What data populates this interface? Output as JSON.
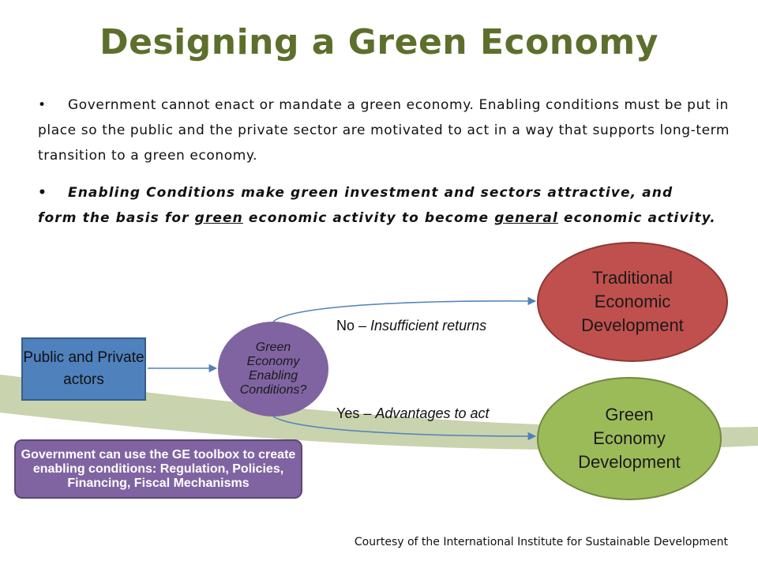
{
  "slide": {
    "title": "Designing a Green Economy",
    "bullets": [
      {
        "marker": "•",
        "text": "Government cannot enact or mandate a green economy. Enabling conditions must be put in place so the public and the private sector are motivated to act in a way that supports long-term transition to a green economy."
      },
      {
        "marker": "•",
        "text_before": "Enabling Conditions make green investment and sectors attractive, and form the basis for ",
        "underline_1": "green",
        "text_middle": " economic activity to become ",
        "underline_2": "general",
        "text_after": " economic activity."
      }
    ]
  },
  "diagram": {
    "actors": "Public and Private actors",
    "conditions": "Green Economy Enabling Conditions?",
    "no_label": {
      "prefix": "No – ",
      "emphasis": "Insufficient returns"
    },
    "yes_label": {
      "prefix": "Yes – ",
      "emphasis": "Advantages to act"
    },
    "traditional": "Traditional Economic Development",
    "green": "Green Economy Development",
    "toolbox": "Government can use the GE toolbox to create  enabling conditions: Regulation, Policies, Financing,  Fiscal Mechanisms"
  },
  "footer": {
    "courtesy": "Courtesy of the International Institute for Sustainable Development"
  },
  "colors": {
    "title": "#5d6f2c",
    "actors_box": "#4f81bd",
    "conditions_circle": "#8064a2",
    "traditional_ellipse": "#c0504d",
    "green_ellipse": "#9bbb59",
    "toolbox_box": "#8064a2",
    "arrow": "#4f81bd",
    "background_swoosh": "#c9d3ad"
  }
}
